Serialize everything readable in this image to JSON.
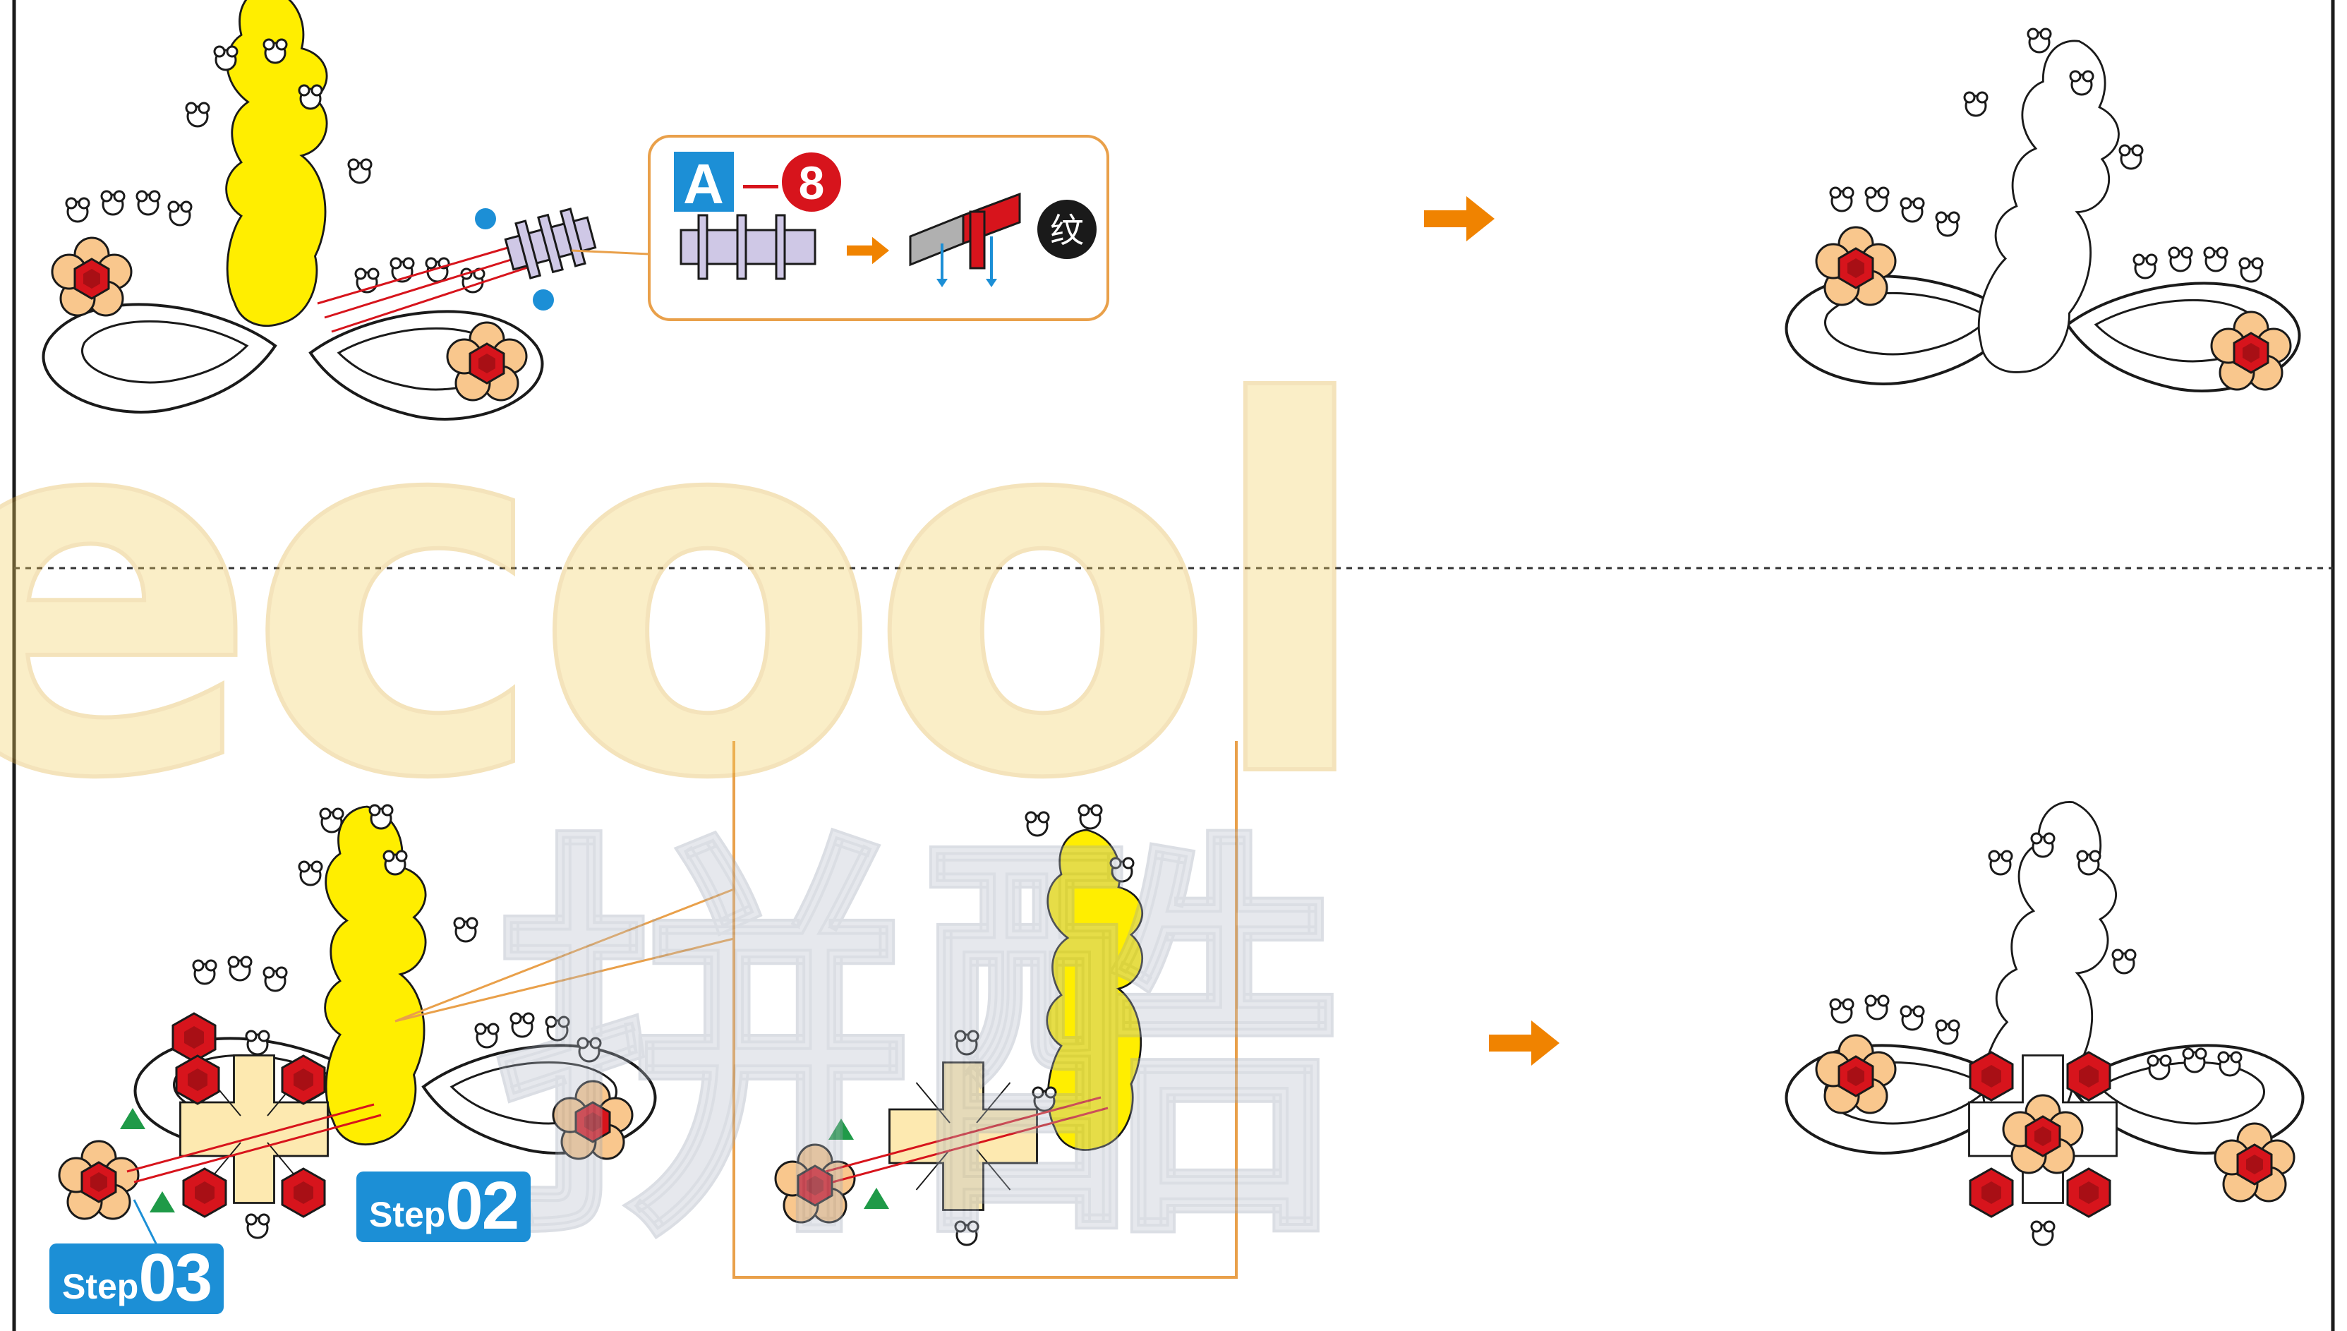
{
  "callout": {
    "letter": "A",
    "dash": "—",
    "number": "8",
    "glyph": "纹"
  },
  "badges": {
    "step02": {
      "word": "Step",
      "num": "02"
    },
    "step03": {
      "word": "Step",
      "num": "03"
    }
  },
  "watermark": {
    "latin": "ecool",
    "chinese": "拼酷"
  },
  "colors": {
    "frame": "#1a1a1a",
    "piece_yellow": "#ffee00",
    "piece_cream": "#fde9b0",
    "bead_red": "#d7141c",
    "petal": "#f9c78d",
    "arrow_orange": "#f08300",
    "callout_border": "#e9a04a",
    "letter_blue": "#1c8fd6",
    "badge_blue": "#1c8fd6",
    "marker_green": "#1f9a48",
    "marker_blue": "#1c8fd6",
    "connector_lavender": "#cfc8e6",
    "watermark_gold": "#f3cf60",
    "watermark_grey": "#b9c0cc"
  },
  "icons": {
    "next_arrow": "arrow-right-icon",
    "triangle_marker": "triangle-marker-icon",
    "dot_marker": "dot-marker-icon"
  }
}
